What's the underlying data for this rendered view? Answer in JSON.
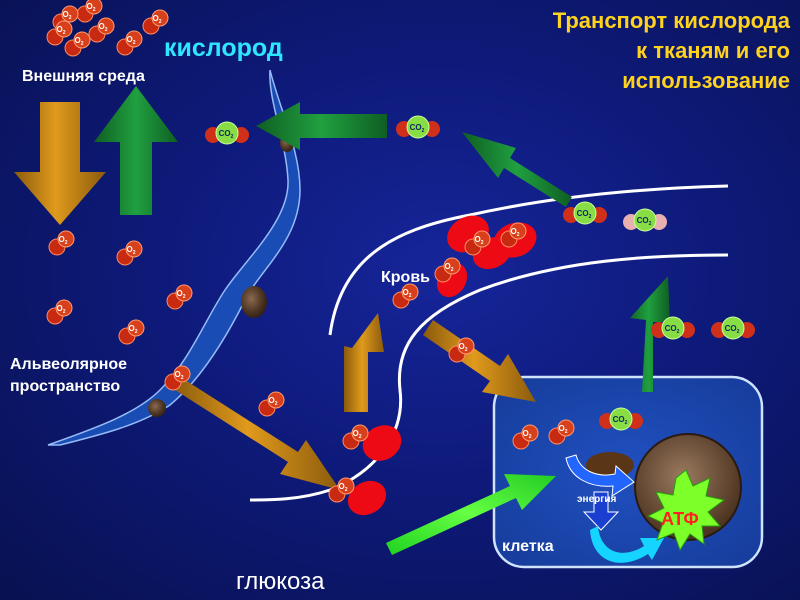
{
  "title": {
    "line1": "Транспорт кислорода",
    "line2": "к тканям и его",
    "line3": "использование"
  },
  "labels": {
    "oxygen": "кислород",
    "external": "Внешняя среда",
    "alveolar_line1": "Альвеолярное",
    "alveolar_line2": "пространство",
    "blood": "Кровь",
    "cell": "клетка",
    "glucose": "глюкоза",
    "energy": "энергия",
    "atp": "АТФ"
  },
  "molecules": {
    "o2": "O",
    "o2_sub": "2",
    "co2": "CO",
    "co2_sub": "2"
  },
  "colors": {
    "title": "#ffd21e",
    "oxygen_label": "#2ee6ff",
    "arrow_orange": "#d9860f",
    "arrow_green": "#1a8a33",
    "arrow_lime": "#33ff33",
    "red_cell": "#ee0a14",
    "atp_burst": "#7dff2a",
    "atp_text": "#ff2020",
    "cell_fill": "#1a3fa8"
  }
}
